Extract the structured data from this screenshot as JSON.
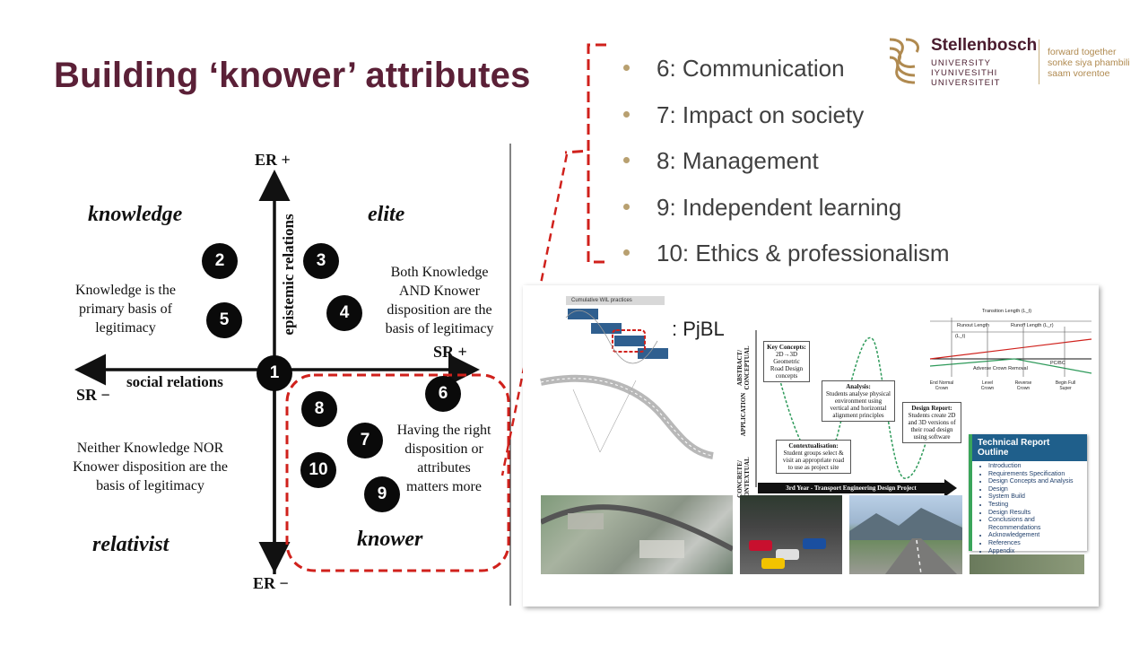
{
  "title": "Building ‘knower’ attributes",
  "logo": {
    "name": "Stellenbosch",
    "sub": [
      "UNIVERSITY",
      "IYUNIVESITHI",
      "UNIVERSITEIT"
    ],
    "tagline": [
      "forward together",
      "sonke siya phambili",
      "saam vorentoe"
    ]
  },
  "attributes": [
    "6: Communication",
    "7: Impact on society",
    "8: Management",
    "9: Independent learning",
    "10: Ethics & professionalism"
  ],
  "diagram": {
    "er_plus": "ER",
    "er_minus": "ER",
    "sr_plus": "SR",
    "sr_minus": "SR",
    "epistemic": "epistemic relations",
    "social": "social relations",
    "quadrants": {
      "knowledge": "knowledge",
      "elite": "elite",
      "relativist": "relativist",
      "knower": "knower"
    },
    "desc_knowledge": [
      "Knowledge is the",
      "primary basis of",
      "legitimacy"
    ],
    "desc_elite": [
      "Both Knowledge",
      "AND Knower",
      "disposition are the",
      "basis of legitimacy"
    ],
    "desc_relativist": [
      "Neither Knowledge NOR",
      "Knower disposition are the",
      "basis of legitimacy"
    ],
    "desc_knower": [
      "Having the right",
      "disposition or",
      "attributes",
      "matters more"
    ],
    "numbers": [
      "1",
      "2",
      "3",
      "4",
      "5",
      "6",
      "7",
      "8",
      "9",
      "10"
    ]
  },
  "pjbl": {
    "label": ": PjBL",
    "wil_title": "Cumulative WIL practices",
    "y_abstract": "ABSTRACT/ CONCEPTUAL",
    "y_application": "APPLICATION",
    "y_concrete": "CONCRETE/ CONTEXTUAL",
    "key_concepts": [
      "Key Concepts:",
      "2D→3D",
      "Geometric",
      "Road Design",
      "concepts"
    ],
    "analysis": [
      "Analysis:",
      "Students analyse physical",
      "environment using",
      "vertical and horizontal",
      "alignment principles"
    ],
    "design_report": [
      "Design Report:",
      "Students create 2D",
      "and 3D versions of",
      "their road design",
      "using software"
    ],
    "contextualisation": [
      "Contextualisation:",
      "Student groups select &",
      "visit an appropriate road",
      "to use as project site"
    ],
    "timeline": "3rd Year - Transport Engineering Design Project",
    "transition": {
      "title": "Transition Length (L_t)",
      "runout": "Runout Length",
      "runoff": "Runoff Length (L_r)",
      "lt": "(L_t)",
      "adverse": "Adverse Crown Removal",
      "pcbc": "PC/BC",
      "end_normal": "End Normal Crown",
      "level": "Level Crown",
      "reverse": "Reverse Crown",
      "begin_full": "Begin Full Super"
    },
    "report": {
      "title": "Technical Report Outline",
      "items": [
        "Introduction",
        "Requirements Specification",
        "Design Concepts and Analysis",
        "Design",
        "System Build",
        "Testing",
        "Design Results",
        "Conclusions and Recommendations",
        "Acknowledgement",
        "References",
        "Appendix"
      ]
    }
  },
  "colors": {
    "title": "#5b2037",
    "dashed_red": "#d0211c",
    "bullet": "#b8a070",
    "report_head": "#1f5f8b"
  }
}
